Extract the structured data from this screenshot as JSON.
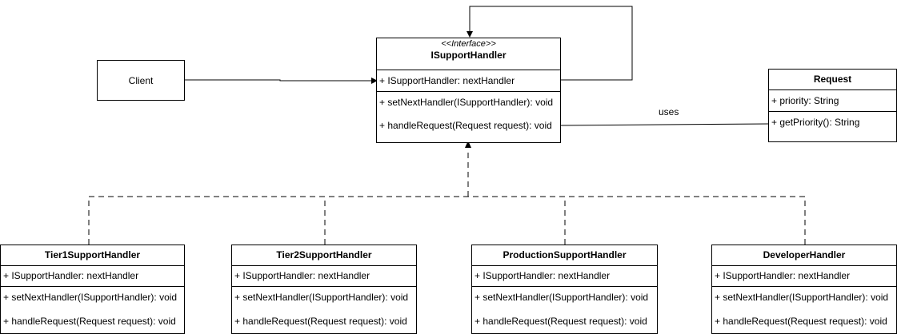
{
  "colors": {
    "line": "#000000",
    "background": "#ffffff"
  },
  "client": {
    "label": "Client"
  },
  "interface": {
    "stereotype": "<<Interface>>",
    "name": "ISupportHandler",
    "attribute": "+ ISupportHandler: nextHandler",
    "methods": [
      "+ setNextHandler(ISupportHandler): void",
      "+ handleRequest(Request request): void"
    ]
  },
  "request": {
    "name": "Request",
    "attribute": "+ priority: String",
    "method": "+ getPriority(): String"
  },
  "uses_label": "uses",
  "handlers": [
    {
      "name": "Tier1SupportHandler",
      "attribute": "+ ISupportHandler: nextHandler",
      "methods": [
        "+ setNextHandler(ISupportHandler): void",
        "+ handleRequest(Request request): void"
      ]
    },
    {
      "name": "Tier2SupportHandler",
      "attribute": "+ ISupportHandler: nextHandler",
      "methods": [
        "+ setNextHandler(ISupportHandler): void",
        "+ handleRequest(Request request): void"
      ]
    },
    {
      "name": "ProductionSupportHandler",
      "attribute": "+ ISupportHandler: nextHandler",
      "methods": [
        "+ setNextHandler(ISupportHandler): void",
        "+ handleRequest(Request request): void"
      ]
    },
    {
      "name": "DeveloperHandler",
      "attribute": "+ ISupportHandler: nextHandler",
      "methods": [
        "+ setNextHandler(ISupportHandler): void",
        "+ handleRequest(Request request): void"
      ]
    }
  ]
}
